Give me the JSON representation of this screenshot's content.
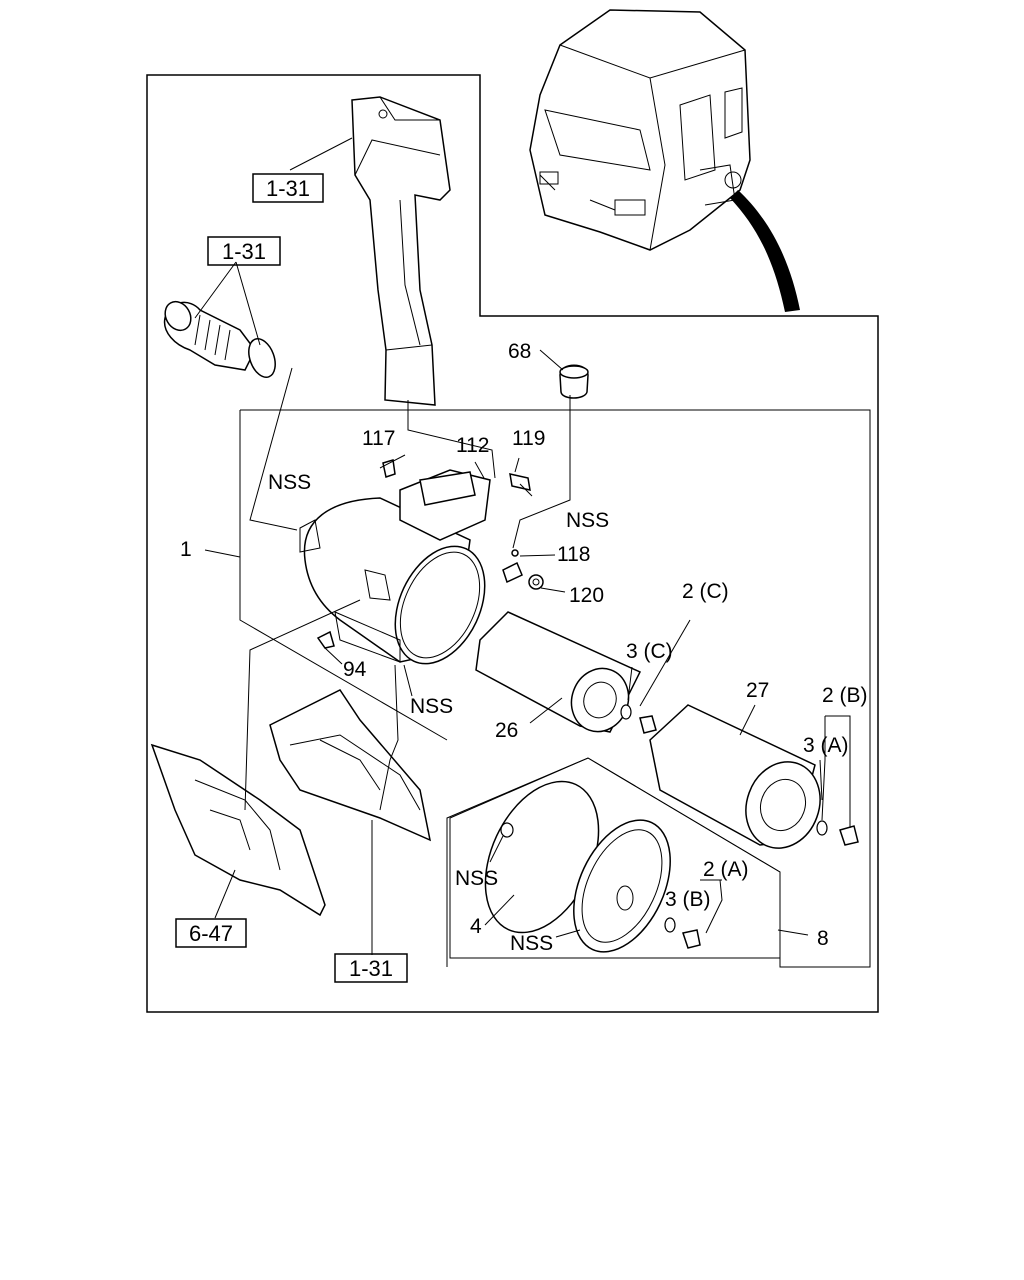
{
  "labels": {
    "ref_1_31_a": "1-31",
    "ref_1_31_b": "1-31",
    "ref_1_31_c": "1-31",
    "ref_6_47": "6-47",
    "p68": "68",
    "p117": "117",
    "p112": "112",
    "p119": "119",
    "nss_top": "NSS",
    "nss_right": "NSS",
    "p118": "118",
    "p120": "120",
    "p1": "1",
    "p2c": "2 (C)",
    "p3c": "3 (C)",
    "p94": "94",
    "nss_mid": "NSS",
    "p26": "26",
    "p27": "27",
    "p2b": "2 (B)",
    "p3a": "3 (A)",
    "nss_bottom": "NSS",
    "p2a": "2 (A)",
    "p3b": "3 (B)",
    "p4": "4",
    "nss_bottom2": "NSS",
    "p8": "8"
  }
}
